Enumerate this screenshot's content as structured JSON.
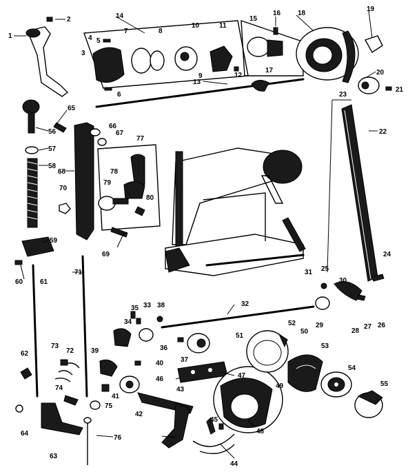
{
  "diagram": {
    "labels": [
      "1",
      "2",
      "3",
      "4",
      "5",
      "6",
      "7",
      "8",
      "9",
      "10",
      "11",
      "12",
      "13",
      "14",
      "15",
      "16",
      "17",
      "18",
      "19",
      "20",
      "21",
      "22",
      "23",
      "24",
      "25",
      "26",
      "27",
      "28",
      "29",
      "30",
      "31",
      "32",
      "33",
      "34",
      "35",
      "36",
      "37",
      "38",
      "39",
      "40",
      "41",
      "42",
      "43",
      "44",
      "45",
      "46",
      "47",
      "48",
      "49",
      "50",
      "51",
      "52",
      "53",
      "54",
      "55",
      "56",
      "57",
      "58",
      "59",
      "60",
      "61",
      "62",
      "63",
      "64",
      "65",
      "66",
      "67",
      "68",
      "69",
      "70",
      "71",
      "72",
      "73",
      "74",
      "75",
      "76",
      "77",
      "78",
      "79",
      "80"
    ]
  }
}
